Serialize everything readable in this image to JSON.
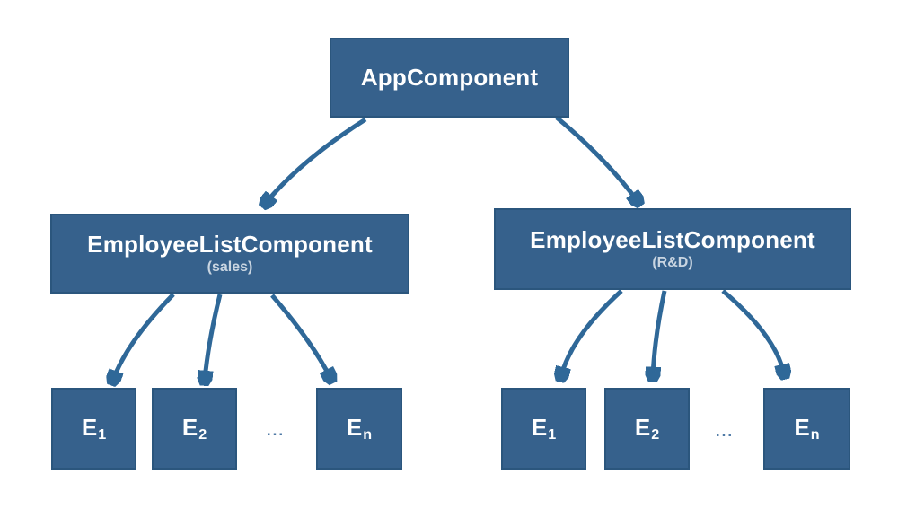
{
  "diagram": {
    "root": {
      "label": "AppComponent"
    },
    "groups": [
      {
        "id": "sales",
        "label": "EmployeeListComponent",
        "subtitle": "(sales)",
        "ellipsis": "...",
        "children": [
          {
            "base": "E",
            "sub": "1"
          },
          {
            "base": "E",
            "sub": "2"
          },
          {
            "base": "E",
            "sub": "n"
          }
        ]
      },
      {
        "id": "rd",
        "label": "EmployeeListComponent",
        "subtitle": "(R&D)",
        "ellipsis": "...",
        "children": [
          {
            "base": "E",
            "sub": "1"
          },
          {
            "base": "E",
            "sub": "2"
          },
          {
            "base": "E",
            "sub": "n"
          }
        ]
      }
    ],
    "edges": [
      {
        "from": "AppComponent",
        "to": "EmployeeListComponent (sales)"
      },
      {
        "from": "AppComponent",
        "to": "EmployeeListComponent (R&D)"
      },
      {
        "from": "EmployeeListComponent (sales)",
        "to": "E1"
      },
      {
        "from": "EmployeeListComponent (sales)",
        "to": "E2"
      },
      {
        "from": "EmployeeListComponent (sales)",
        "to": "En"
      },
      {
        "from": "EmployeeListComponent (R&D)",
        "to": "E1"
      },
      {
        "from": "EmployeeListComponent (R&D)",
        "to": "E2"
      },
      {
        "from": "EmployeeListComponent (R&D)",
        "to": "En"
      }
    ],
    "colors": {
      "node_fill": "#36618c",
      "node_border": "#2b567d",
      "arrow": "#2f6898",
      "label": "#ffffff",
      "subtitle": "#c9d5e1",
      "ellipsis": "#4f7aa6",
      "background": "#ffffff"
    }
  }
}
